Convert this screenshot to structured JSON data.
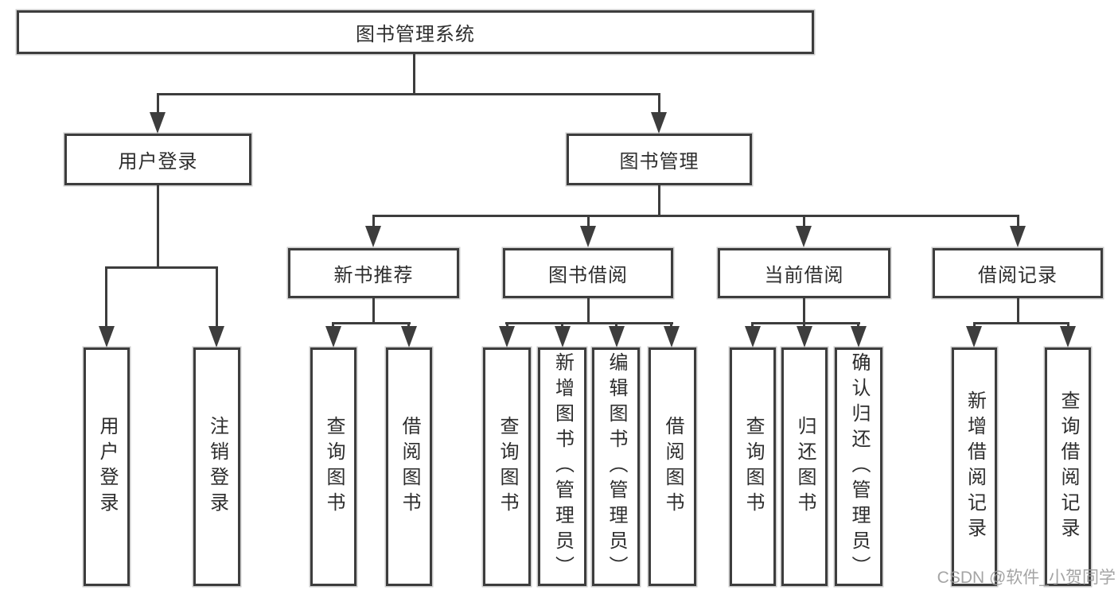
{
  "tree": {
    "label": "图书管理系统",
    "children": [
      {
        "label": "用户登录",
        "children": [
          {
            "label": "用户登录"
          },
          {
            "label": "注销登录"
          }
        ]
      },
      {
        "label": "图书管理",
        "children": [
          {
            "label": "新书推荐",
            "children": [
              {
                "label": "查询图书"
              },
              {
                "label": "借阅图书"
              }
            ]
          },
          {
            "label": "图书借阅",
            "children": [
              {
                "label": "查询图书"
              },
              {
                "label": "新增图书（管理员）"
              },
              {
                "label": "编辑图书（管理员）"
              },
              {
                "label": "借阅图书"
              }
            ]
          },
          {
            "label": "当前借阅",
            "children": [
              {
                "label": "查询图书"
              },
              {
                "label": "归还图书"
              },
              {
                "label": "确认归还（管理员）"
              }
            ]
          },
          {
            "label": "借阅记录",
            "children": [
              {
                "label": "新增借阅记录"
              },
              {
                "label": "查询借阅记录"
              }
            ]
          }
        ]
      }
    ]
  },
  "watermark": {
    "text": "CSDN @软件_小贺同学"
  },
  "colors": {
    "line": "#3d3d3d",
    "border": "#3d3d3d",
    "text": "#2d2d2d",
    "watermark": "#9b9b9b",
    "background": "#ffffff"
  }
}
